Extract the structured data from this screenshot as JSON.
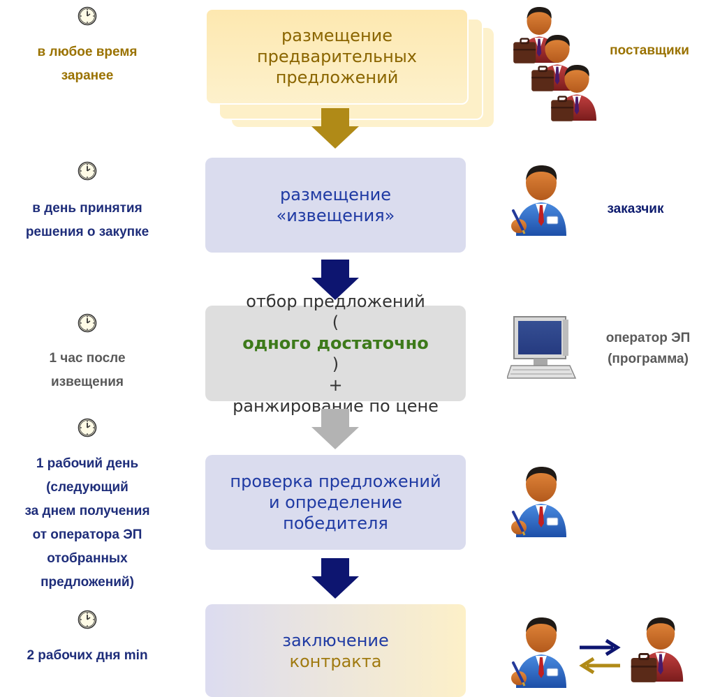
{
  "colors": {
    "gold": "#9a7200",
    "gold_text": "#a07a10",
    "navy": "#1e2d7a",
    "dark_navy": "#0d1b6e",
    "grey_text": "#595959",
    "green": "#3d7a1a",
    "box_cream": "#fde9b2",
    "box_lavender": "#dadcee",
    "box_grey": "#dedede",
    "box_text_gold": "#8a6500",
    "box_text_blue": "#1f3aa3",
    "arrow_gold": "#b08a17",
    "arrow_navy": "#0d1570",
    "arrow_grey": "#b3b3b3"
  },
  "steps": [
    {
      "timing": [
        "в любое время",
        "заранее"
      ],
      "box": [
        "размещение",
        "предварительных",
        "предложений"
      ],
      "actor": [
        "поставщики"
      ]
    },
    {
      "timing": [
        "в день принятия",
        "решения о закупке"
      ],
      "box": [
        "размещение",
        "«извещения»"
      ],
      "actor": [
        "заказчик"
      ]
    },
    {
      "timing": [
        "1 час после",
        "извещения"
      ],
      "box": {
        "line1": "отбор предложений",
        "line2_open": "(",
        "line2_highlight": "одного достаточно",
        "line2_close": ")",
        "line3": "+",
        "line4": "ранжирование по цене"
      },
      "actor": [
        "оператор ЭП",
        "(программа)"
      ]
    },
    {
      "timing": [
        "1 рабочий день",
        "(следующий",
        "за днем получения",
        "от оператора ЭП",
        "отобранных",
        "предложений)"
      ],
      "box": [
        "проверка предложений",
        "и определение",
        "победителя"
      ]
    },
    {
      "timing": [
        "2 рабочих дня min"
      ],
      "box": {
        "part1": "заключение ",
        "part2": "контракта"
      }
    }
  ],
  "icons": {
    "clock": "clock-icon",
    "suppliers": "suppliers-group-icon",
    "customer": "customer-person-icon",
    "operator": "computer-icon",
    "supplier": "supplier-person-icon"
  }
}
